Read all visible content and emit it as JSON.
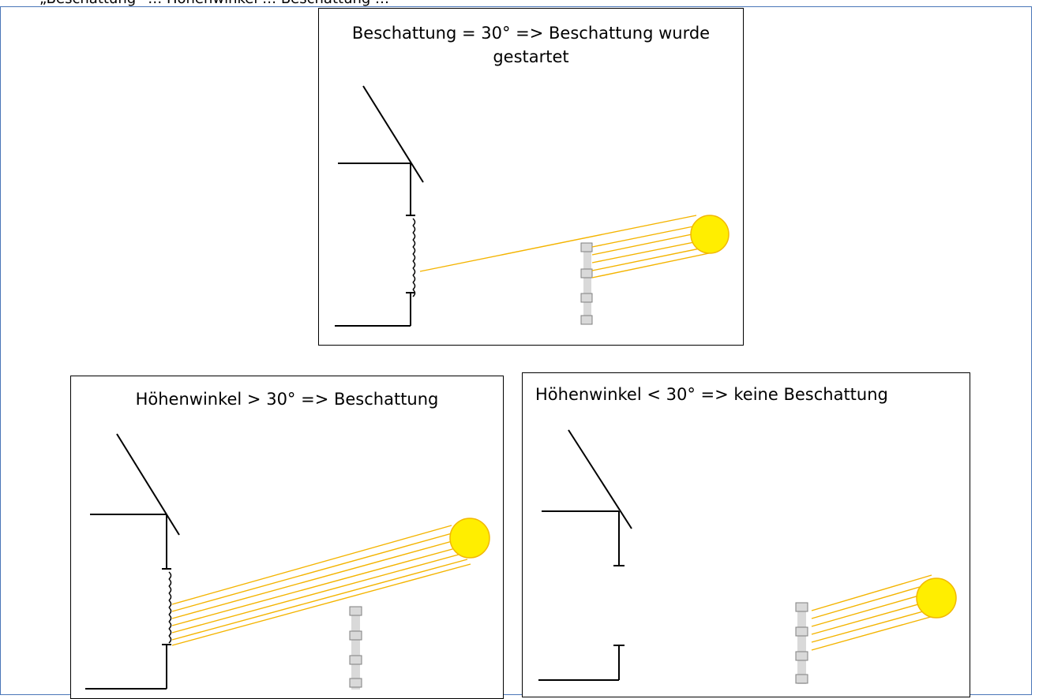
{
  "header_cut_text": "„Beschattung“ … Höhenwinkel … Beschattung …",
  "colors": {
    "frame": "#4a76b8",
    "sun_fill": "#ffee00",
    "sun_stroke": "#f2b800",
    "ray": "#f4b400",
    "pole_fill": "#d9d9d9",
    "pole_box": "#bfbfbf"
  },
  "panels": [
    {
      "id": "top",
      "title_line1": "Beschattung = 30° => Beschattung wurde",
      "title_line2": "gestartet"
    },
    {
      "id": "bottom-left",
      "title": "Höhenwinkel > 30° => Beschattung"
    },
    {
      "id": "bottom-right",
      "title": "Höhenwinkel < 30° => keine Beschattung"
    }
  ],
  "icons": [
    "house-outline-icon",
    "sun-icon",
    "blind-icon",
    "pole-icon"
  ]
}
